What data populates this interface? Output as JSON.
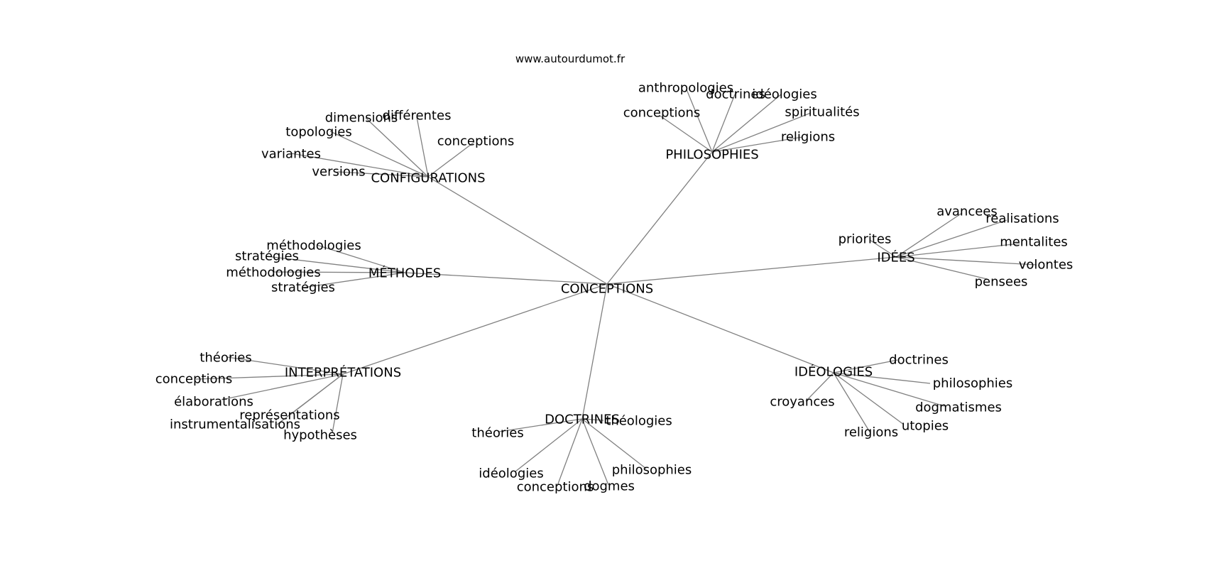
{
  "watermark": "www.autourdumot.fr",
  "graph": {
    "root": "CONCEPTIONS",
    "groups": [
      {
        "label": "CONFIGURATIONS",
        "leaves": [
          "conceptions",
          "différentes",
          "dimensions",
          "topologies",
          "variantes",
          "versions"
        ]
      },
      {
        "label": "PHILOSOPHIES",
        "leaves": [
          "anthropologies",
          "doctrines",
          "idéologies",
          "spiritualités",
          "religions",
          "conceptions"
        ]
      },
      {
        "label": "IDÉES",
        "leaves": [
          "avancees",
          "realisations",
          "mentalites",
          "volontes",
          "pensees",
          "priorites"
        ]
      },
      {
        "label": "IDÉOLOGIES",
        "leaves": [
          "doctrines",
          "philosophies",
          "dogmatismes",
          "utopies",
          "religions",
          "croyances"
        ]
      },
      {
        "label": "DOCTRINES",
        "leaves": [
          "théologies",
          "philosophies",
          "dogmes",
          "conceptions",
          "idéologies",
          "théories"
        ]
      },
      {
        "label": "INTERPRÉTATIONS",
        "leaves": [
          "hypothèses",
          "représentations",
          "instrumentalisations",
          "élaborations",
          "conceptions",
          "théories"
        ]
      },
      {
        "label": "MÉTHODES",
        "leaves": [
          "stratégies",
          "méthodologies",
          "stratégies",
          "méthodologies"
        ]
      }
    ]
  }
}
